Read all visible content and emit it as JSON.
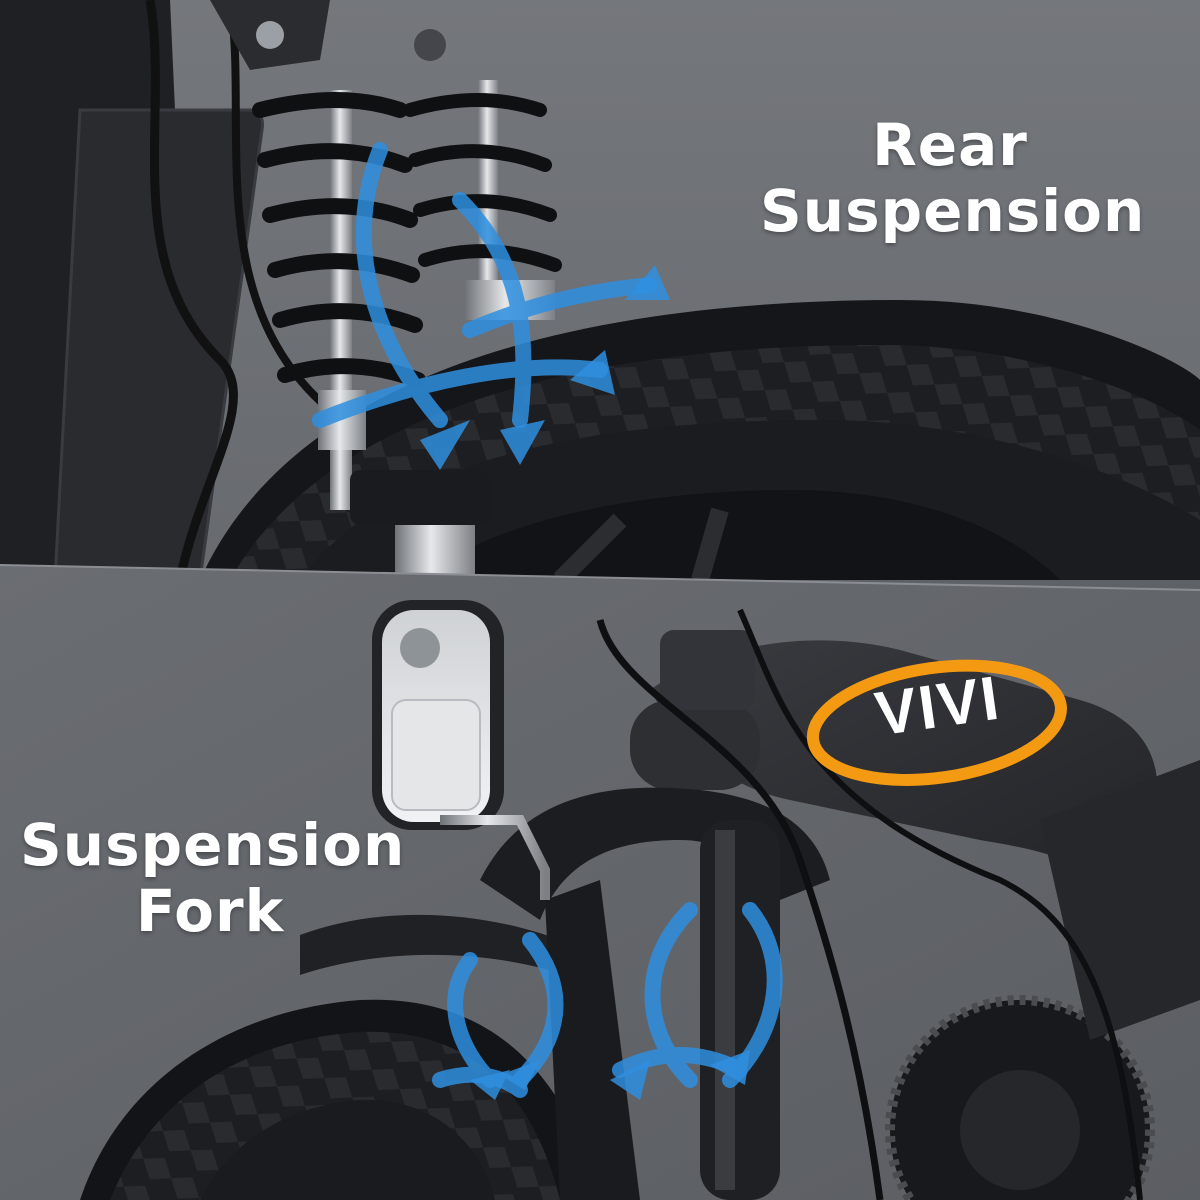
{
  "photo": {
    "subject": "folding e-bike suspension close-up",
    "colors": {
      "backdrop_top": "#6f7277",
      "backdrop_bottom": "#62656a",
      "frame": "#2b2c30",
      "tire": "#1b1c1f",
      "arrow_blue": "#2f8fe0",
      "logo_orange": "#f39a12"
    }
  },
  "captions": {
    "rear": {
      "line1": "Rear",
      "line2": "Suspension"
    },
    "fork": {
      "line1": "Suspension",
      "line2": "Fork"
    }
  },
  "logo": {
    "text": "VIVI"
  }
}
